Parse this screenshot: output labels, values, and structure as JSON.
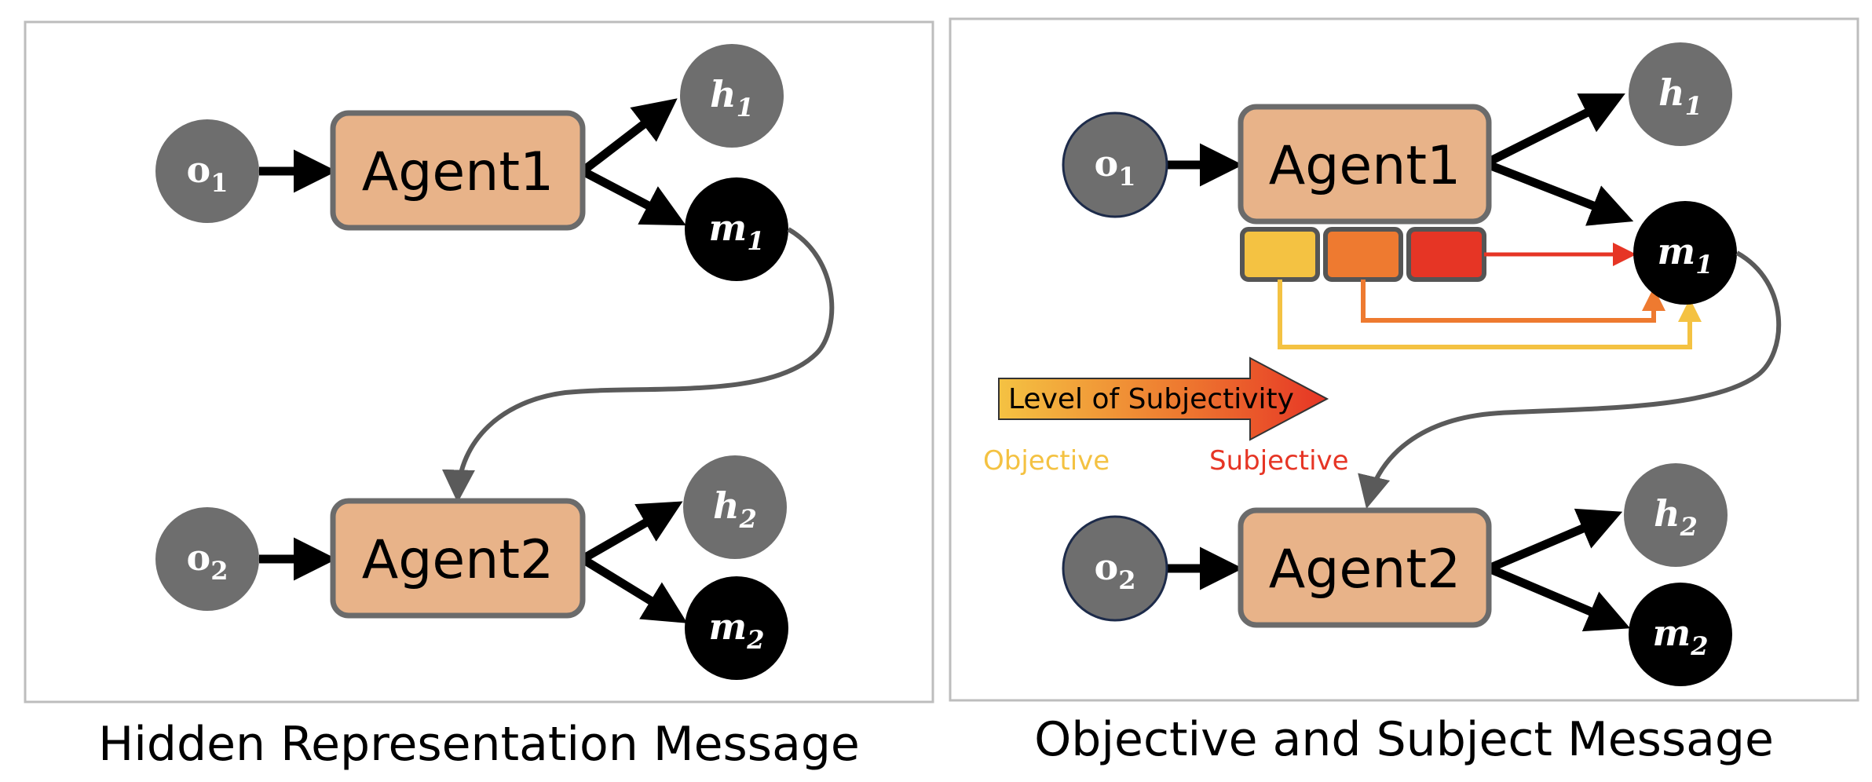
{
  "panels": [
    {
      "caption": "Hidden Representation Message",
      "agents": [
        {
          "label": "Agent1",
          "input": {
            "base": "o",
            "sub": "1"
          },
          "outputs": [
            {
              "base": "h",
              "sub": "1"
            },
            {
              "base": "m",
              "sub": "1"
            }
          ]
        },
        {
          "label": "Agent2",
          "input": {
            "base": "o",
            "sub": "2"
          },
          "outputs": [
            {
              "base": "h",
              "sub": "2"
            },
            {
              "base": "m",
              "sub": "2"
            }
          ]
        }
      ]
    },
    {
      "caption": "Objective and Subject Message",
      "agents": [
        {
          "label": "Agent1",
          "input": {
            "base": "o",
            "sub": "1"
          },
          "outputs": [
            {
              "base": "h",
              "sub": "1"
            },
            {
              "base": "m",
              "sub": "1"
            }
          ]
        },
        {
          "label": "Agent2",
          "input": {
            "base": "o",
            "sub": "2"
          },
          "outputs": [
            {
              "base": "h",
              "sub": "2"
            },
            {
              "base": "m",
              "sub": "2"
            }
          ]
        }
      ],
      "gradient_arrow_label": "Level of Subjectivity",
      "legend": {
        "objective": "Objective",
        "subjective": "Subjective"
      }
    }
  ],
  "colors": {
    "agent_fill": "#E8B389",
    "agent_stroke": "#6b6b6b",
    "gray_node": "#6e6e6e",
    "black_node": "#000000",
    "frame": "#bdbdbd",
    "connector": "#5a5a5a",
    "yellow": "#F4C242",
    "orange": "#EE7A30",
    "red": "#E63525",
    "objective_text": "#F4C242",
    "subjective_text": "#E63525"
  }
}
